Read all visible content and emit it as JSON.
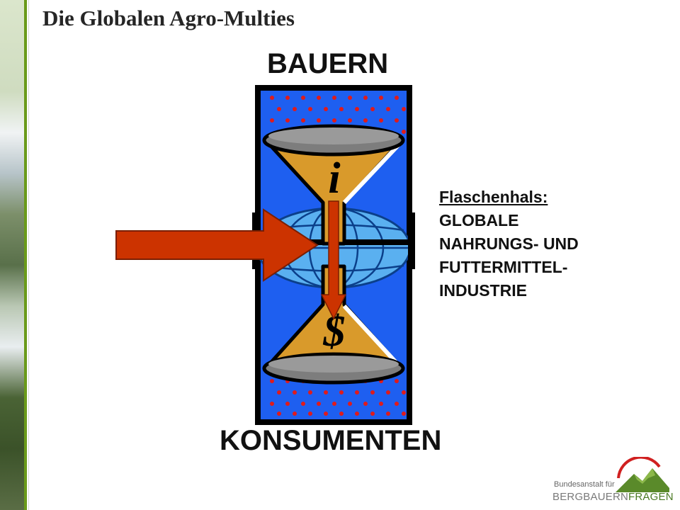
{
  "slide": {
    "title": "Die Globalen Agro-Multies"
  },
  "diagram": {
    "top_label": "BAUERN",
    "bottom_label": "KONSUMENTEN",
    "top_symbol": "i",
    "bottom_symbol": "$",
    "bottleneck": {
      "heading": "Flaschenhals:",
      "lines": [
        "GLOBALE",
        "NAHRUNGS- UND",
        "FUTTERMITTEL-",
        "INDUSTRIE"
      ]
    }
  },
  "logo": {
    "tagline": "Bundesanstalt für",
    "brand_part1": "BERGBAUERN",
    "brand_part2": "FRAGEN"
  },
  "colors": {
    "panel_blue": "#1e5ff0",
    "dots_red": "#e01b1b",
    "funnel_gold": "#d99a2b",
    "arrow_red": "#cc3300",
    "globe_blue": "#5ab0f0",
    "accent_green": "#6a9a1a"
  }
}
